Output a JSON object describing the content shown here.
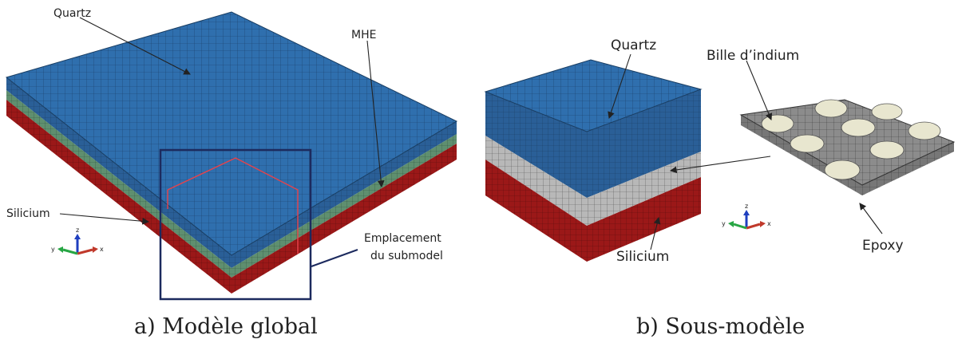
{
  "figure_a": {
    "caption": "a) Modèle global",
    "labels": {
      "quartz": "Quartz",
      "mhe": "MHE",
      "silicium": "Silicium",
      "submodel_line1": "Emplacement",
      "submodel_line2": "du submodel"
    },
    "axes": {
      "x": "x",
      "y": "y",
      "z": "z"
    }
  },
  "figure_b": {
    "caption": "b) Sous-modèle",
    "labels": {
      "quartz": "Quartz",
      "indium": "Bille d’indium",
      "silicium": "Silicium",
      "epoxy": "Epoxy"
    },
    "axes": {
      "x": "x",
      "y": "y",
      "z": "z"
    }
  },
  "colors": {
    "quartz": "#2f6fae",
    "quartz_side": "#2a5f97",
    "mhe": "#5f8f6f",
    "silicon": "#a11b1b",
    "grey_layer": "#b8b8b8",
    "epoxy": "#8c8c8c",
    "indium": "#e8e6cf",
    "highlight_box": "#1c2a5e",
    "red_outline": "#e8424a"
  }
}
